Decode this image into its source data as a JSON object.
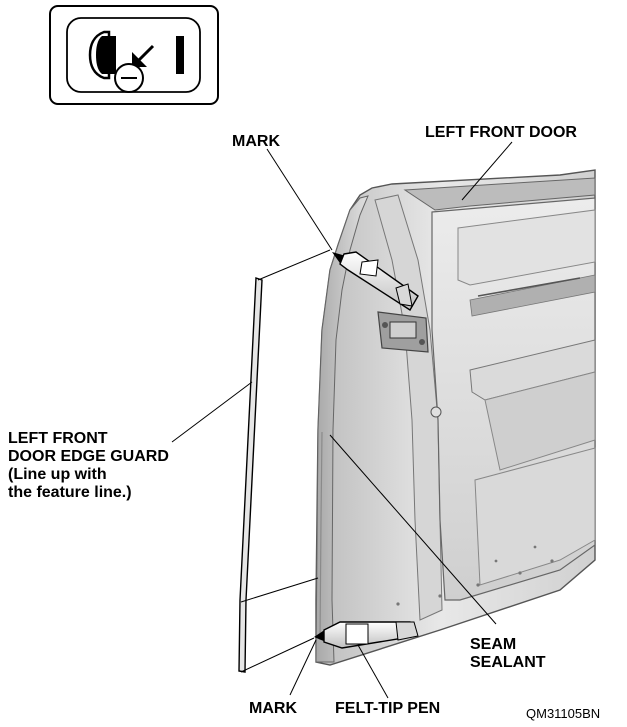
{
  "labels": {
    "mark_top": "MARK",
    "left_front_door": "LEFT FRONT DOOR",
    "edge_guard_lines": [
      "LEFT FRONT",
      "DOOR EDGE GUARD",
      "(Line up with",
      "the feature line.)"
    ],
    "seam_sealant_lines": [
      "SEAM",
      "SEALANT"
    ],
    "mark_bottom": "MARK",
    "felt_tip_pen": "FELT-TIP PEN",
    "figure_ref": "QM31105BN"
  },
  "icons": {
    "locator": "vehicle-top-view-left-front-door-icon",
    "pen_top": "felt-tip-pen-icon",
    "pen_bottom": "felt-tip-pen-icon"
  },
  "colors": {
    "line": "#000000",
    "door_light": "#e4e4e4",
    "door_mid": "#c9c9c9",
    "door_dark": "#9a9a9a",
    "background": "#ffffff"
  }
}
